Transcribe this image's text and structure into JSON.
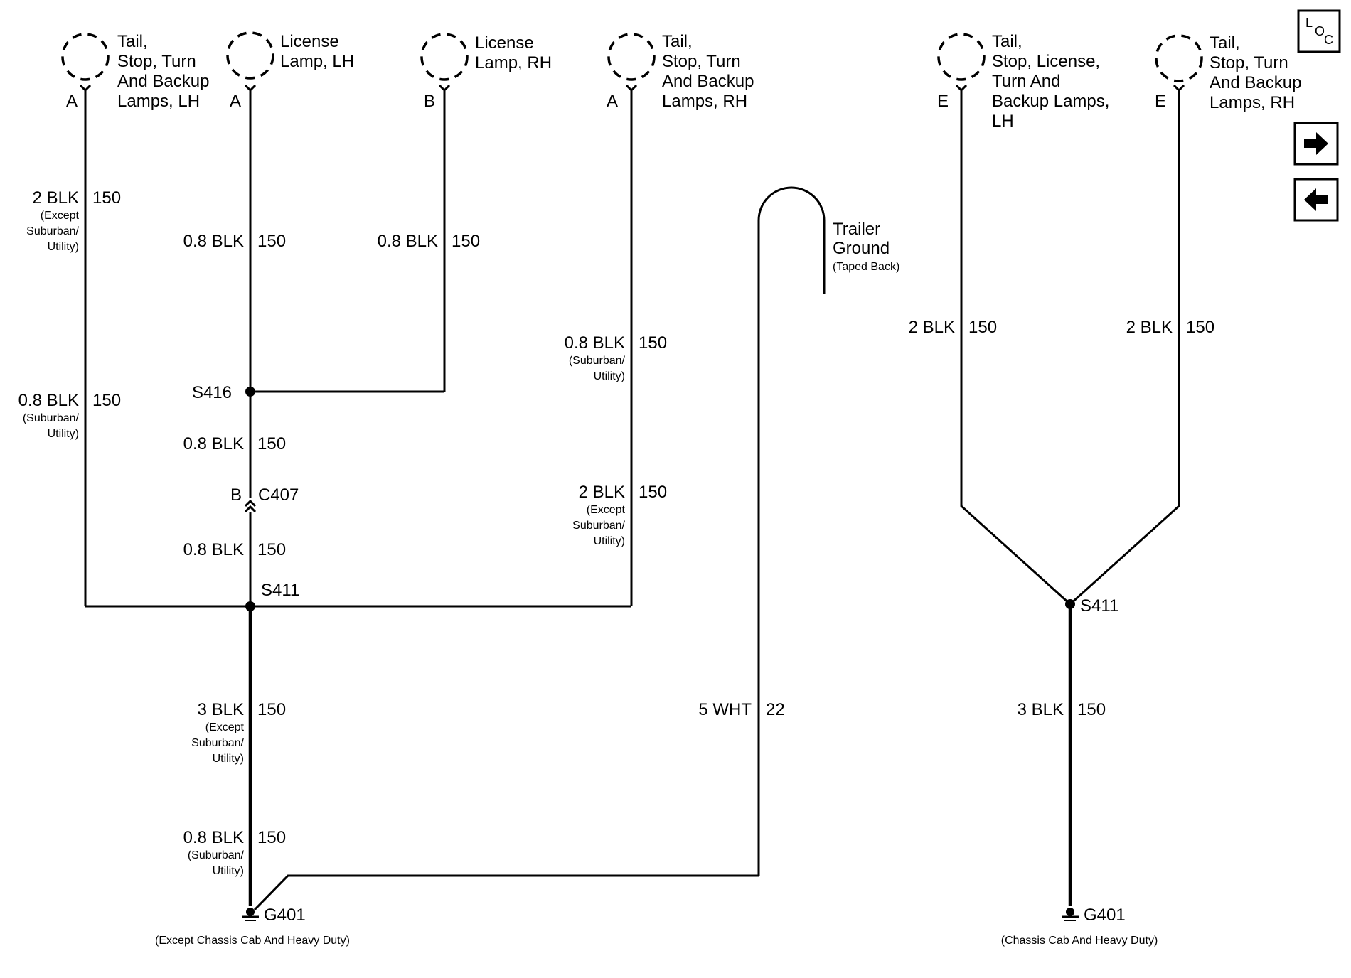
{
  "lamps": {
    "tail_lh": {
      "pin": "A",
      "lines": [
        "Tail,",
        "Stop, Turn",
        "And Backup",
        "Lamps, LH"
      ]
    },
    "license_lh": {
      "pin": "A",
      "lines": [
        "License",
        "Lamp, LH"
      ]
    },
    "license_rh": {
      "pin": "B",
      "lines": [
        "License",
        "Lamp, RH"
      ]
    },
    "tail_rh": {
      "pin": "A",
      "lines": [
        "Tail,",
        "Stop, Turn",
        "And Backup",
        "Lamps, RH"
      ]
    },
    "cc_tail_lh": {
      "pin": "E",
      "lines": [
        "Tail,",
        "Stop, License,",
        "Turn And",
        "Backup Lamps,",
        "LH"
      ]
    },
    "cc_tail_rh": {
      "pin": "E",
      "lines": [
        "Tail,",
        "Stop, Turn",
        "And Backup",
        "Lamps, RH"
      ]
    }
  },
  "wires": {
    "w1": {
      "label": "2 BLK",
      "circuit": "150",
      "note": [
        "(Except",
        "Suburban/",
        "Utility)"
      ]
    },
    "w2": {
      "label": "0.8 BLK",
      "circuit": "150",
      "note": [
        "(Suburban/",
        "Utility)"
      ]
    },
    "w3": {
      "label": "0.8 BLK",
      "circuit": "150"
    },
    "w4": {
      "label": "0.8 BLK",
      "circuit": "150"
    },
    "w5": {
      "label": "0.8 BLK",
      "circuit": "150"
    },
    "w6": {
      "label": "0.8 BLK",
      "circuit": "150"
    },
    "w7": {
      "label": "0.8 BLK",
      "circuit": "150",
      "note": [
        "(Suburban/",
        "Utility)"
      ]
    },
    "w8": {
      "label": "2 BLK",
      "circuit": "150",
      "note": [
        "(Except",
        "Suburban/",
        "Utility)"
      ]
    },
    "w9": {
      "label": "3 BLK",
      "circuit": "150",
      "note": [
        "(Except",
        "Suburban/",
        "Utility)"
      ]
    },
    "w10": {
      "label": "0.8 BLK",
      "circuit": "150",
      "note": [
        "(Suburban/",
        "Utility)"
      ]
    },
    "w11": {
      "label": "5 WHT",
      "circuit": "22"
    },
    "w12": {
      "label": "2 BLK",
      "circuit": "150"
    },
    "w13": {
      "label": "2 BLK",
      "circuit": "150"
    },
    "w14": {
      "label": "3 BLK",
      "circuit": "150"
    }
  },
  "splices": {
    "s416": "S416",
    "s411_left": "S411",
    "s411_right": "S411"
  },
  "connector": {
    "pin": "B",
    "name": "C407"
  },
  "trailer_ground": {
    "lines": [
      "Trailer",
      "Ground"
    ],
    "note": "(Taped Back)"
  },
  "grounds": {
    "left": {
      "name": "G401",
      "note": "(Except Chassis Cab And Heavy Duty)"
    },
    "right": {
      "name": "G401",
      "note": "(Chassis Cab And Heavy Duty)"
    }
  },
  "nav": {
    "loc": {
      "l": "L",
      "o": "O",
      "c": "C"
    },
    "next_icon": "arrow-right",
    "prev_icon": "arrow-left"
  }
}
